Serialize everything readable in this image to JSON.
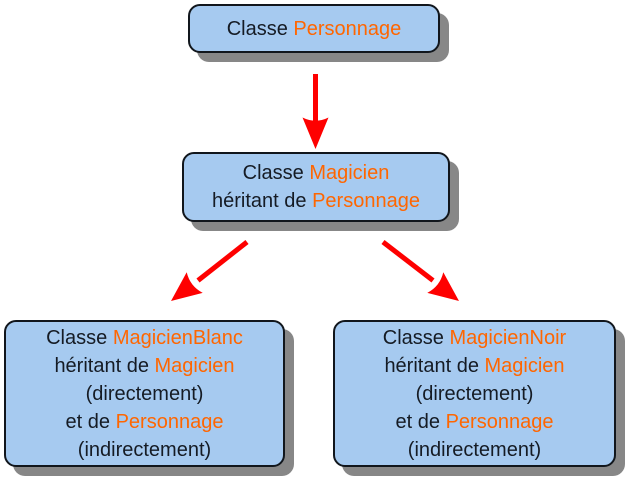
{
  "colors": {
    "background": "#ffffff",
    "box_fill": "#a6caf0",
    "box_border": "#11161c",
    "shadow": "#878787",
    "text": "#151b24",
    "accent": "#ff6600",
    "arrow": "#fe0000"
  },
  "nodes": {
    "personnage": {
      "lines": [
        [
          {
            "t": "Classe "
          },
          {
            "t": "Personnage",
            "accent": true
          }
        ]
      ]
    },
    "magicien": {
      "lines": [
        [
          {
            "t": "Classe "
          },
          {
            "t": "Magicien",
            "accent": true
          }
        ],
        [
          {
            "t": "héritant de "
          },
          {
            "t": "Personnage",
            "accent": true
          }
        ]
      ]
    },
    "magicien_blanc": {
      "lines": [
        [
          {
            "t": "Classe "
          },
          {
            "t": "MagicienBlanc",
            "accent": true
          }
        ],
        [
          {
            "t": "héritant de "
          },
          {
            "t": "Magicien",
            "accent": true
          }
        ],
        [
          {
            "t": "(directement)"
          }
        ],
        [
          {
            "t": "et de "
          },
          {
            "t": "Personnage",
            "accent": true
          }
        ],
        [
          {
            "t": "(indirectement)"
          }
        ]
      ]
    },
    "magicien_noir": {
      "lines": [
        [
          {
            "t": "Classe "
          },
          {
            "t": "MagicienNoir",
            "accent": true
          }
        ],
        [
          {
            "t": "héritant de "
          },
          {
            "t": "Magicien",
            "accent": true
          }
        ],
        [
          {
            "t": "(directement)"
          }
        ],
        [
          {
            "t": "et de "
          },
          {
            "t": "Personnage",
            "accent": true
          }
        ],
        [
          {
            "t": "(indirectement)"
          }
        ]
      ]
    }
  },
  "arrows": [
    {
      "from": "Classe Personnage",
      "to": "Classe Magicien"
    },
    {
      "from": "Classe Magicien",
      "to": "Classe MagicienBlanc"
    },
    {
      "from": "Classe Magicien",
      "to": "Classe MagicienNoir"
    }
  ]
}
